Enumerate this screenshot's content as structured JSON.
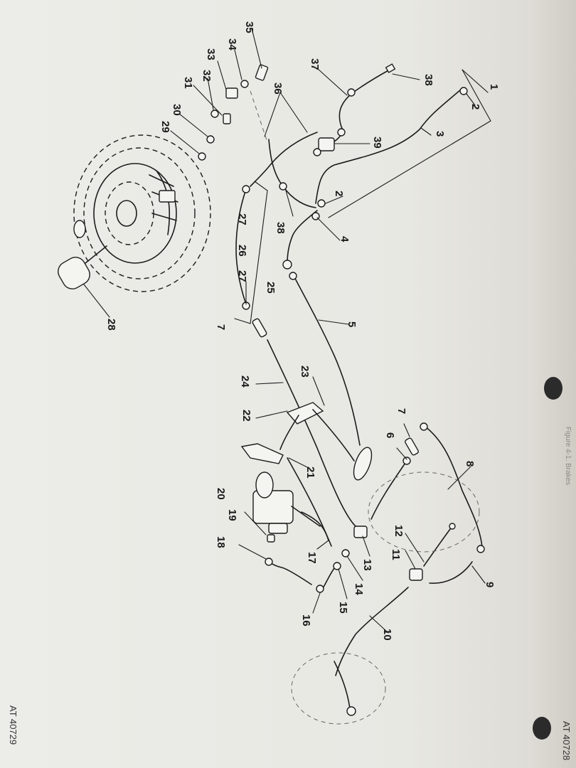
{
  "figure": {
    "code_bottom_left": "AT 40729",
    "code_right_edge": "AT 40728",
    "running_header": "Figure 4-1. Brakes"
  },
  "callouts": [
    {
      "id": "c1",
      "text": "1"
    },
    {
      "id": "c2a",
      "text": "2"
    },
    {
      "id": "c3",
      "text": "3"
    },
    {
      "id": "c38a",
      "text": "38"
    },
    {
      "id": "c37",
      "text": "37"
    },
    {
      "id": "c35",
      "text": "35"
    },
    {
      "id": "c34",
      "text": "34"
    },
    {
      "id": "c33",
      "text": "33"
    },
    {
      "id": "c32",
      "text": "32"
    },
    {
      "id": "c31",
      "text": "31"
    },
    {
      "id": "c30",
      "text": "30"
    },
    {
      "id": "c29",
      "text": "29"
    },
    {
      "id": "c36",
      "text": "36"
    },
    {
      "id": "c39",
      "text": "39"
    },
    {
      "id": "c2b",
      "text": "2"
    },
    {
      "id": "c4",
      "text": "4"
    },
    {
      "id": "c38b",
      "text": "38"
    },
    {
      "id": "c27a",
      "text": "27"
    },
    {
      "id": "c26",
      "text": "26"
    },
    {
      "id": "c27b",
      "text": "27"
    },
    {
      "id": "c25",
      "text": "25"
    },
    {
      "id": "c7a",
      "text": "7"
    },
    {
      "id": "c28",
      "text": "28"
    },
    {
      "id": "c5",
      "text": "5"
    },
    {
      "id": "c23",
      "text": "23"
    },
    {
      "id": "c24",
      "text": "24"
    },
    {
      "id": "c22",
      "text": "22"
    },
    {
      "id": "c7b",
      "text": "7"
    },
    {
      "id": "c6",
      "text": "6"
    },
    {
      "id": "c8",
      "text": "8"
    },
    {
      "id": "c21",
      "text": "21"
    },
    {
      "id": "c20",
      "text": "20"
    },
    {
      "id": "c19",
      "text": "19"
    },
    {
      "id": "c12",
      "text": "12"
    },
    {
      "id": "c11",
      "text": "11"
    },
    {
      "id": "c9",
      "text": "9"
    },
    {
      "id": "c18",
      "text": "18"
    },
    {
      "id": "c17",
      "text": "17"
    },
    {
      "id": "c13",
      "text": "13"
    },
    {
      "id": "c14",
      "text": "14"
    },
    {
      "id": "c15",
      "text": "15"
    },
    {
      "id": "c16",
      "text": "16"
    },
    {
      "id": "c10",
      "text": "10"
    }
  ]
}
